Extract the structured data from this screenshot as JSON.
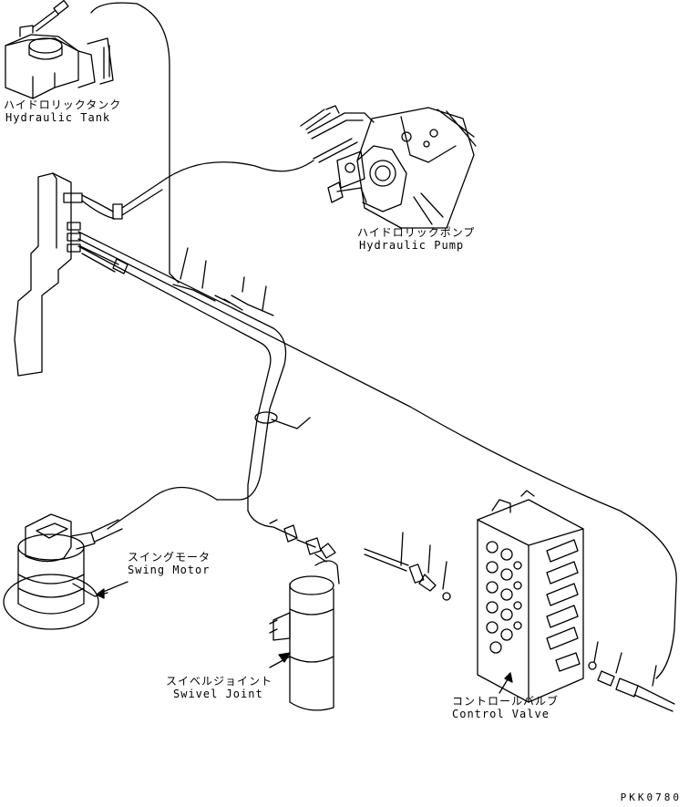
{
  "labels": {
    "hydraulic_tank": {
      "jp": "ハイドロリックタンク",
      "en": "Hydraulic Tank"
    },
    "hydraulic_pump": {
      "jp": "ハイドロリックポンプ",
      "en": "Hydraulic Pump"
    },
    "swing_motor": {
      "jp": "スイングモータ",
      "en": "Swing Motor"
    },
    "swivel_joint": {
      "jp": "スイベルジョイント",
      "en": "Swivel Joint"
    },
    "control_valve": {
      "jp": "コントロールバルブ",
      "en": "Control Valve"
    }
  },
  "drawing_code": "PKK0780"
}
